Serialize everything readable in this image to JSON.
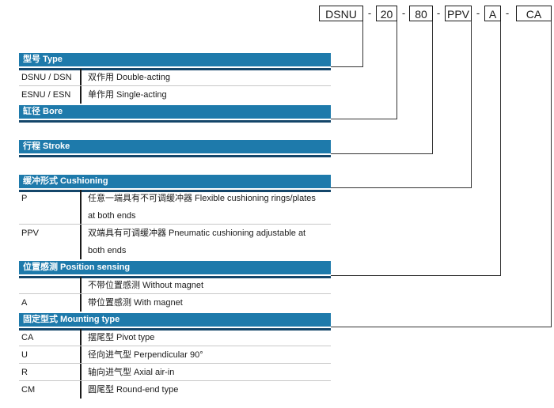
{
  "order_code": {
    "parts": [
      "DSNU",
      "20",
      "80",
      "PPV",
      "A",
      "CA"
    ],
    "separator": "-"
  },
  "sections": {
    "type": {
      "title": "型号 Type",
      "rows": [
        {
          "code": "DSNU / DSN",
          "desc": "双作用 Double-acting"
        },
        {
          "code": "ESNU / ESN",
          "desc": "单作用 Single-acting"
        }
      ]
    },
    "bore": {
      "title": "缸径 Bore"
    },
    "stroke": {
      "title": "行程 Stroke"
    },
    "cushioning": {
      "title": "缓冲形式 Cushioning",
      "rows": [
        {
          "code": "P",
          "desc_line1": "任意一端具有不可调缓冲器 Flexible cushioning rings/plates",
          "desc_line2": "at both ends"
        },
        {
          "code": "PPV",
          "desc_line1": "双端具有可调缓冲器 Pneumatic cushioning adjustable at",
          "desc_line2": "both ends"
        }
      ]
    },
    "position_sensing": {
      "title": "位置感测 Position sensing",
      "rows": [
        {
          "code": "",
          "desc": "不带位置感测 Without magnet"
        },
        {
          "code": "A",
          "desc": "带位置感测 With magnet"
        }
      ]
    },
    "mounting": {
      "title": "固定型式 Mounting type",
      "rows": [
        {
          "code": "CA",
          "desc": "摆尾型 Pivot type"
        },
        {
          "code": "U",
          "desc": "径向进气型 Perpendicular 90°"
        },
        {
          "code": "R",
          "desc": "轴向进气型 Axial air-in"
        },
        {
          "code": "CM",
          "desc": "圆尾型 Round-end type"
        }
      ]
    }
  }
}
